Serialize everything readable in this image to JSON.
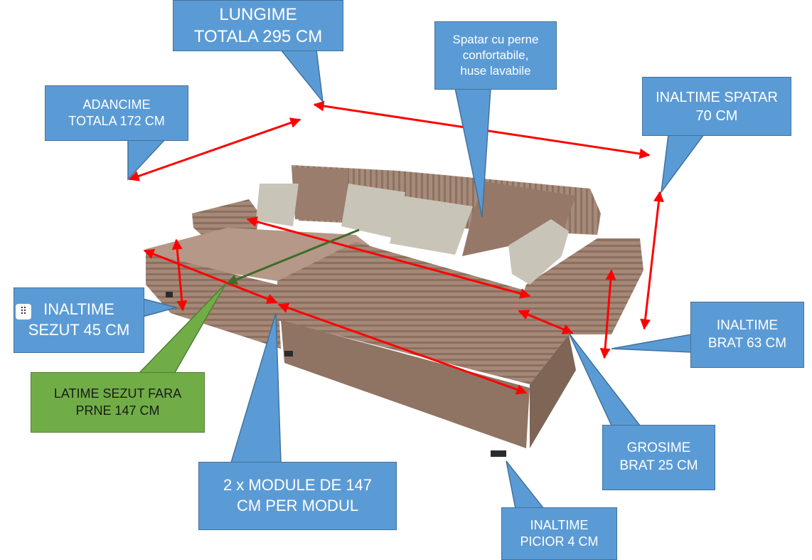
{
  "image": {
    "subject": "sofa",
    "colors": {
      "sofa": "#9c7f6f",
      "pillow_light": "#c9c4b8",
      "callout_blue": "#5b9bd5",
      "callout_green": "#70ad47",
      "arrow_red": "#ff0000",
      "arrow_green": "#3f6b2a"
    }
  },
  "callouts": {
    "lungime": {
      "line1": "LUNGIME",
      "line2": "TOTALA 295 CM"
    },
    "spatar_perne": {
      "line1": "Spatar cu perne",
      "line2": "confortabile,",
      "line3": "huse lavabile"
    },
    "adancime": {
      "line1": "ADANCIME",
      "line2": "TOTALA 172 CM"
    },
    "inaltime_spatar": {
      "line1": "INALTIME SPATAR",
      "line2": "70 CM"
    },
    "inaltime_sezut": {
      "line1": "INALTIME",
      "line2": "SEZUT 45 CM"
    },
    "inaltime_brat": {
      "line1": "INALTIME",
      "line2": "BRAT 63 CM"
    },
    "latime_sezut": {
      "line1": "LATIME SEZUT FARA",
      "line2": "PRNE 147 CM"
    },
    "module": {
      "line1": "2 x MODULE DE 147",
      "line2": "CM PER MODUL"
    },
    "grosime_brat": {
      "line1": "GROSIME",
      "line2": "BRAT 25 CM"
    },
    "inaltime_picior": {
      "line1": "INALTIME",
      "line2": "PICIOR 4 CM"
    }
  },
  "ui": {
    "move_handle_icon": "drag-dots-icon"
  }
}
